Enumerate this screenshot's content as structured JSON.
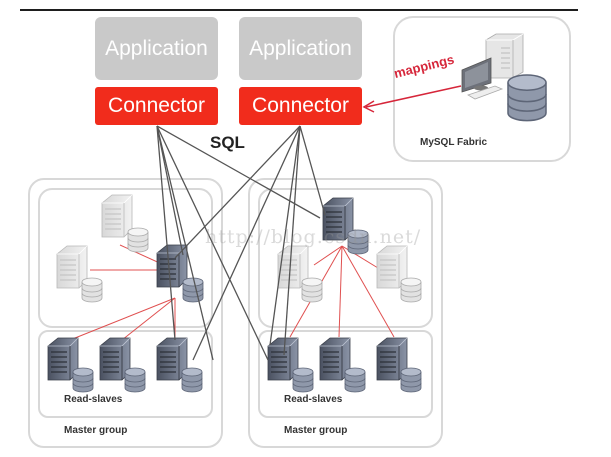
{
  "diagram": {
    "applications": [
      {
        "label": "Application"
      },
      {
        "label": "Application"
      }
    ],
    "connectors": [
      {
        "label": "Connector"
      },
      {
        "label": "Connector"
      }
    ],
    "sql_label": "SQL",
    "fabric": {
      "label": "MySQL Fabric",
      "mapping_label": "mappings"
    },
    "groups": [
      {
        "group_label": "Master group",
        "slaves_label": "Read-slaves"
      },
      {
        "group_label": "Master group",
        "slaves_label": "Read-slaves"
      }
    ],
    "watermark": "http://blog.csdn.net/",
    "colors": {
      "application": "#c9c9c9",
      "connector": "#f12c1c",
      "sql_line": "#555555",
      "replication_line": "#e05050",
      "mapping_arrow": "#d6263a"
    }
  }
}
